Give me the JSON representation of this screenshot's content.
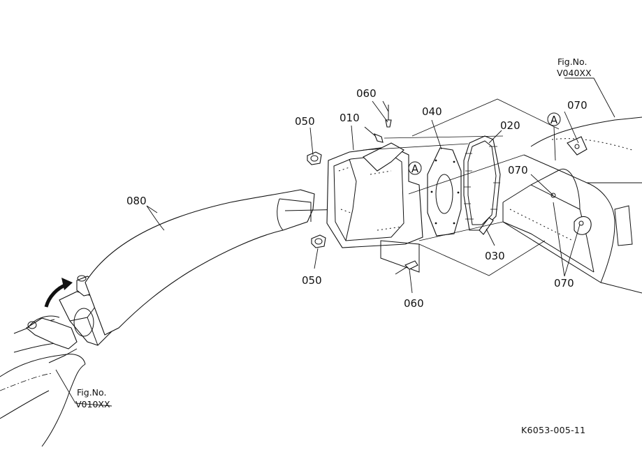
{
  "labels": {
    "p010": "010",
    "p020": "020",
    "p030": "030",
    "p040": "040",
    "p050_top": "050",
    "p050_bottom": "050",
    "p060_top": "060",
    "p060_bottom": "060",
    "p070_top": "070",
    "p070_mid": "070",
    "p070_bottom": "070",
    "p080": "080",
    "ref_a_left": "A",
    "ref_a_right": "A"
  },
  "fig_refs": {
    "upper": {
      "title": "Fig.No.",
      "number": "V040XX"
    },
    "lower": {
      "title": "Fig.No.",
      "number": "V010XX"
    }
  },
  "drawing_code": "K6053-005-11"
}
